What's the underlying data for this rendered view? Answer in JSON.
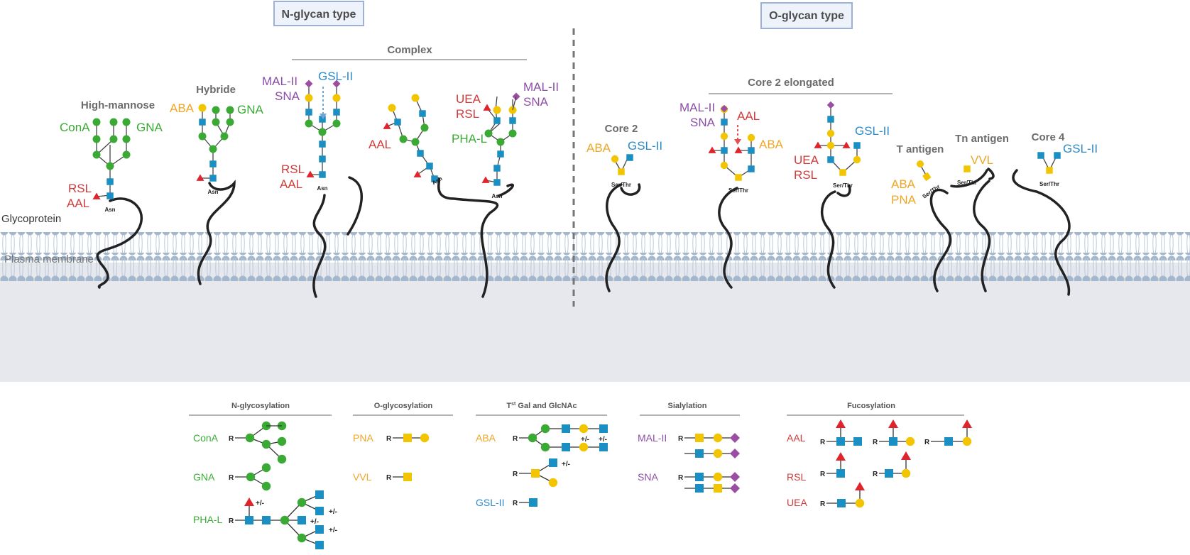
{
  "colors": {
    "green": "#3aaa35",
    "yellow": "#f2c500",
    "blue": "#1a8fc4",
    "red": "#e0242d",
    "purple": "#9b4fa3",
    "lectin_red": "#d13b3b",
    "lectin_yellow": "#f0a625",
    "lectin_green": "#3aaa35",
    "lectin_blue": "#2b8ac8",
    "lectin_purple": "#8b4fa6",
    "membrane": "#e6e8ed",
    "lipid_head": "#a4b7cc"
  },
  "titles": {
    "n_glycan": "N-glycan type",
    "o_glycan": "O-glycan type",
    "complex": "Complex",
    "core2_elongated": "Core 2 elongated",
    "high_mannose": "High-mannose",
    "hybride": "Hybride",
    "core2": "Core 2",
    "t_antigen": "T antigen",
    "tn_antigen": "Tn antigen",
    "core4": "Core 4"
  },
  "membrane": {
    "glycoprotein": "Glycoprotein",
    "plasma_membrane": "Plasma membrane"
  },
  "residues": {
    "asn": "Asn",
    "serthr": "Ser/Thr"
  },
  "lectins": {
    "hm_cona": "ConA",
    "hm_gna": "GNA",
    "hm_rsl": "RSL",
    "hm_aal": "AAL",
    "hy_aba": "ABA",
    "hy_gna": "GNA",
    "c1_malii": "MAL-II",
    "c1_sna": "SNA",
    "c1_gslii": "GSL-II",
    "c1_rsl": "RSL",
    "c1_aal": "AAL",
    "c2_aal": "AAL",
    "c3_uea": "UEA",
    "c3_rsl": "RSL",
    "c3_malii": "MAL-II",
    "c3_sna": "SNA",
    "c3_phal": "PHA-L",
    "core2_aba": "ABA",
    "core2_gslii": "GSL-II",
    "e1_malii": "MAL-II",
    "e1_sna": "SNA",
    "e1_aal": "AAL",
    "e1_aba": "ABA",
    "e2_gslii": "GSL-II",
    "e2_uea": "UEA",
    "e2_rsl": "RSL",
    "t_aba": "ABA",
    "t_pna": "PNA",
    "tn_vvl": "VVL",
    "core4_gslii": "GSL-II"
  },
  "legend": {
    "headers": [
      "N-glycosylation",
      "O-glycosylation",
      "Tst Gal and GlcNAc",
      "Sialylation",
      "Fucosylation"
    ],
    "tst_prefix": "T",
    "tst_sup": "st",
    "tst_suffix": " Gal and GlcNAc",
    "r": "R",
    "pm": "+/-",
    "labels": {
      "cona": "ConA",
      "gna": "GNA",
      "phal": "PHA-L",
      "pna": "PNA",
      "vvl": "VVL",
      "aba": "ABA",
      "gslii": "GSL-II",
      "malii": "MAL-II",
      "sna": "SNA",
      "aal": "AAL",
      "rsl": "RSL",
      "uea": "UEA"
    }
  }
}
